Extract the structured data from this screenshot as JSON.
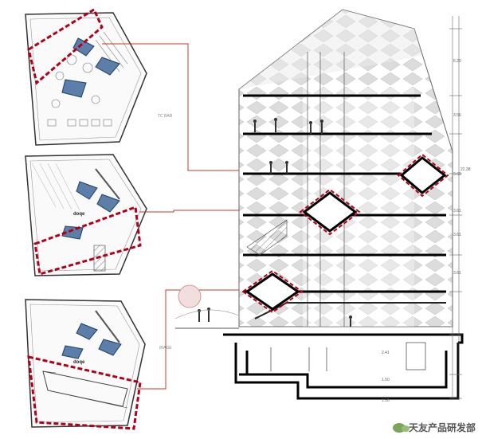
{
  "plans": {
    "top": {
      "label": "TC BAR"
    },
    "middle": {
      "note": "doqe"
    },
    "bottom": {
      "note": "doqe",
      "label": "IRAGE"
    }
  },
  "section": {
    "dims": [
      "6.20",
      "3.56",
      "3.60",
      "3.61",
      "3.61",
      "3.61",
      "2.41",
      "1.50",
      "1.50"
    ],
    "total_dim": "22.38"
  },
  "watermark": {
    "text": "天友产品研发部"
  },
  "colors": {
    "highlight": "#b2001a",
    "connector": "#c0392b",
    "slab": "#000000",
    "diamond": "#d9d9d9"
  }
}
